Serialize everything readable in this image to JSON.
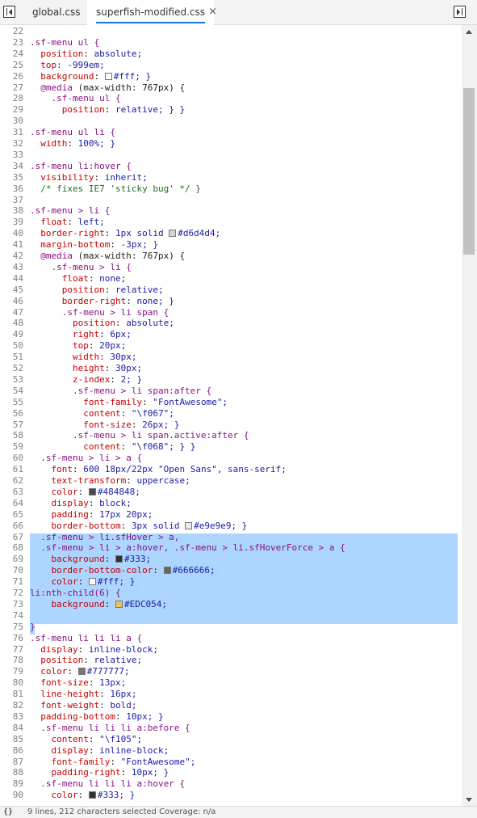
{
  "tabs": [
    {
      "label": "global.css",
      "active": false
    },
    {
      "label": "superfish-modified.css",
      "active": true,
      "close": "×"
    }
  ],
  "status": {
    "text": "9 lines, 212 characters selected  Coverage: n/a",
    "braces": "{}"
  },
  "colors": {
    "selection": "#acd5ff",
    "active_tab_underline": "#1a73e8"
  },
  "lines": [
    {
      "n": "22",
      "t": ""
    },
    {
      "n": "23",
      "t": ".sf-menu ul {"
    },
    {
      "n": "24",
      "t": "  position: absolute;"
    },
    {
      "n": "25",
      "t": "  top: -999em;"
    },
    {
      "n": "26",
      "t": "  background: #fff; }",
      "sw": "#ffffff"
    },
    {
      "n": "27",
      "t": "  @media (max-width: 767px) {"
    },
    {
      "n": "28",
      "t": "    .sf-menu ul {"
    },
    {
      "n": "29",
      "t": "      position: relative; } }"
    },
    {
      "n": "30",
      "t": ""
    },
    {
      "n": "31",
      "t": ".sf-menu ul li {"
    },
    {
      "n": "32",
      "t": "  width: 100%; }"
    },
    {
      "n": "33",
      "t": ""
    },
    {
      "n": "34",
      "t": ".sf-menu li:hover {"
    },
    {
      "n": "35",
      "t": "  visibility: inherit;"
    },
    {
      "n": "36",
      "t": "  /* fixes IE7 'sticky bug' */ }"
    },
    {
      "n": "37",
      "t": ""
    },
    {
      "n": "38",
      "t": ".sf-menu > li {"
    },
    {
      "n": "39",
      "t": "  float: left;"
    },
    {
      "n": "40",
      "t": "  border-right: 1px solid #d6d4d4;",
      "sw": "#d6d4d4"
    },
    {
      "n": "41",
      "t": "  margin-bottom: -3px; }"
    },
    {
      "n": "42",
      "t": "  @media (max-width: 767px) {"
    },
    {
      "n": "43",
      "t": "    .sf-menu > li {"
    },
    {
      "n": "44",
      "t": "      float: none;"
    },
    {
      "n": "45",
      "t": "      position: relative;"
    },
    {
      "n": "46",
      "t": "      border-right: none; }"
    },
    {
      "n": "47",
      "t": "      .sf-menu > li span {"
    },
    {
      "n": "48",
      "t": "        position: absolute;"
    },
    {
      "n": "49",
      "t": "        right: 6px;"
    },
    {
      "n": "50",
      "t": "        top: 20px;"
    },
    {
      "n": "51",
      "t": "        width: 30px;"
    },
    {
      "n": "52",
      "t": "        height: 30px;"
    },
    {
      "n": "53",
      "t": "        z-index: 2; }"
    },
    {
      "n": "54",
      "t": "        .sf-menu > li span:after {"
    },
    {
      "n": "55",
      "t": "          font-family: \"FontAwesome\";"
    },
    {
      "n": "56",
      "t": "          content: \"\\f067\";"
    },
    {
      "n": "57",
      "t": "          font-size: 26px; }"
    },
    {
      "n": "58",
      "t": "        .sf-menu > li span.active:after {"
    },
    {
      "n": "59",
      "t": "          content: \"\\f068\"; } }"
    },
    {
      "n": "60",
      "t": "  .sf-menu > li > a {"
    },
    {
      "n": "61",
      "t": "    font: 600 18px/22px \"Open Sans\", sans-serif;"
    },
    {
      "n": "62",
      "t": "    text-transform: uppercase;"
    },
    {
      "n": "63",
      "t": "    color: #484848;",
      "sw": "#484848"
    },
    {
      "n": "64",
      "t": "    display: block;"
    },
    {
      "n": "65",
      "t": "    padding: 17px 20px;"
    },
    {
      "n": "66",
      "t": "    border-bottom: 3px solid #e9e9e9; }",
      "sw": "#e9e9e9"
    },
    {
      "n": "67",
      "t": "  .sf-menu > li.sfHover > a,"
    },
    {
      "n": "68",
      "t": "  .sf-menu > li > a:hover, .sf-menu > li.sfHoverForce > a {"
    },
    {
      "n": "69",
      "t": "    background: #333;",
      "sw": "#333333"
    },
    {
      "n": "70",
      "t": "    border-bottom-color: #666666;",
      "sw": "#666666"
    },
    {
      "n": "71",
      "t": "    color: #fff; }",
      "sw": "#ffffff"
    },
    {
      "n": "72",
      "t": "li:nth-child(6) {"
    },
    {
      "n": "73",
      "t": "    background: #EDC054;",
      "sw": "#EDC054"
    },
    {
      "n": "74",
      "t": ""
    },
    {
      "n": "75",
      "t": "}"
    },
    {
      "n": "76",
      "t": ".sf-menu li li li a {"
    },
    {
      "n": "77",
      "t": "  display: inline-block;"
    },
    {
      "n": "78",
      "t": "  position: relative;"
    },
    {
      "n": "79",
      "t": "  color: #777777;",
      "sw": "#777777"
    },
    {
      "n": "80",
      "t": "  font-size: 13px;"
    },
    {
      "n": "81",
      "t": "  line-height: 16px;"
    },
    {
      "n": "82",
      "t": "  font-weight: bold;"
    },
    {
      "n": "83",
      "t": "  padding-bottom: 10px; }"
    },
    {
      "n": "84",
      "t": "  .sf-menu li li li a:before {"
    },
    {
      "n": "85",
      "t": "    content: \"\\f105\";"
    },
    {
      "n": "86",
      "t": "    display: inline-block;"
    },
    {
      "n": "87",
      "t": "    font-family: \"FontAwesome\";"
    },
    {
      "n": "88",
      "t": "    padding-right: 10px; }"
    },
    {
      "n": "89",
      "t": "  .sf-menu li li li a:hover {"
    },
    {
      "n": "90",
      "t": "    color: #333; }",
      "sw": "#333333"
    }
  ]
}
